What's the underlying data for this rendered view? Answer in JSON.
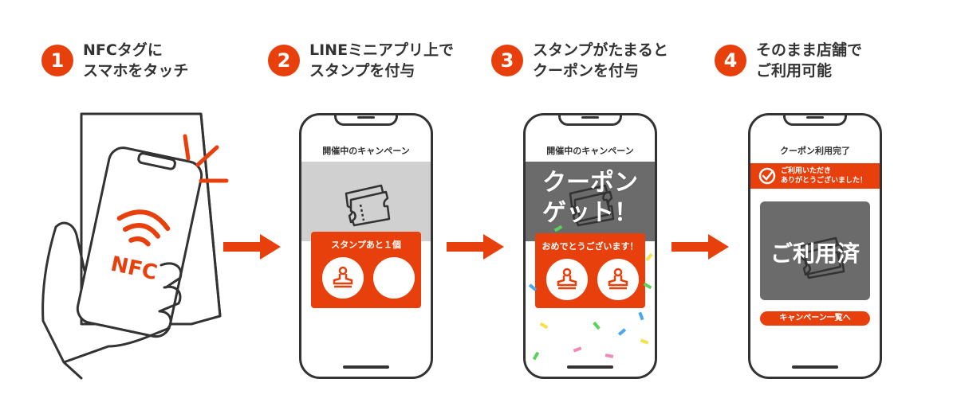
{
  "colors": {
    "accent": "#e8400c",
    "line": "#333333",
    "gray": "#d0d0d0",
    "dark_gray": "#6b6b6b"
  },
  "steps": [
    {
      "num": "1",
      "title": "NFCタグに\nスマホをタッチ"
    },
    {
      "num": "2",
      "title": "LINEミニアプリ上で\nスタンプを付与"
    },
    {
      "num": "3",
      "title": "スタンプがたまると\nクーポンを付与"
    },
    {
      "num": "4",
      "title": "そのまま店舗で\nご利用可能"
    }
  ],
  "illustration1": {
    "nfc_label": "NFC"
  },
  "phone2": {
    "title": "開催中のキャンペーン",
    "card_label": "スタンプあと１個"
  },
  "phone3": {
    "title": "開催中のキャンペーン",
    "overlay_line1": "クーポン",
    "overlay_line2": "ゲット！",
    "card_label": "おめでとうございます！"
  },
  "phone4": {
    "title": "クーポン利用完了",
    "banner_text": "ご利用いただき\nありがとうございました！",
    "used_label": "ご利用済",
    "button_label": "キャンペーン一覧へ"
  },
  "icons": [
    "check-circle-icon",
    "stamp-icon",
    "ticket-icon",
    "wifi-signal-icon",
    "arrow-right-icon"
  ]
}
